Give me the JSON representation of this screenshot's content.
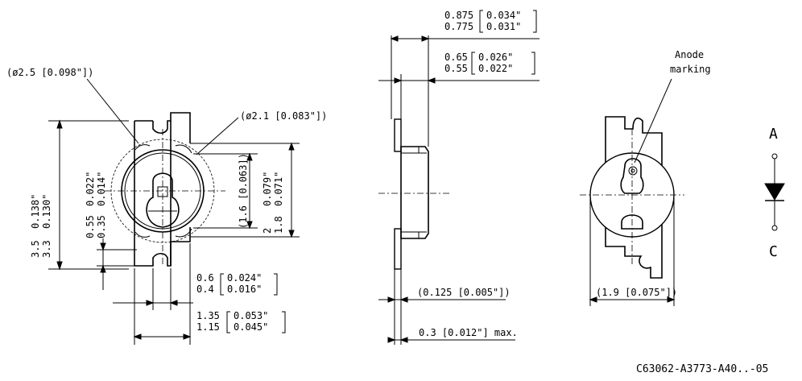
{
  "front_view": {
    "outer_hole": "(ø2.5 [0.098\"])",
    "inner_hole": "(ø2.1 [0.083\"])",
    "height_total_mm": [
      "3.5",
      "3.3"
    ],
    "height_total_in": [
      "0.138\"",
      "0.130\""
    ],
    "height_tab_mm": [
      "0.55",
      "0.35"
    ],
    "height_tab_in": [
      "0.022\"",
      "0.014\""
    ],
    "inner_circle": "(1.6 [0.063])",
    "width_body_mm": [
      "2",
      "1.8"
    ],
    "width_body_in": [
      "0.079\"",
      "0.071\""
    ],
    "tab_offset_mm": [
      "0.6",
      "0.4"
    ],
    "tab_offset_in": [
      "0.024\"",
      "0.016\""
    ],
    "tab_width_mm": [
      "1.35",
      "1.15"
    ],
    "tab_width_in": [
      "0.053\"",
      "0.045\""
    ]
  },
  "side_view": {
    "top_total_mm": [
      "0.875",
      "0.775"
    ],
    "top_total_in": [
      "0.034\"",
      "0.031\""
    ],
    "top_body_mm": [
      "0.65",
      "0.55"
    ],
    "top_body_in": [
      "0.026\"",
      "0.022\""
    ],
    "lead_thickness": "(0.125 [0.005\"])",
    "lead_max": "0.3 [0.012\"] max."
  },
  "back_view": {
    "anode_label": [
      "Anode",
      "marking"
    ],
    "width": "(1.9 [0.075\"])"
  },
  "symbol": {
    "anode": "A",
    "cathode": "C"
  },
  "part_number": "C63062-A3773-A40..-05"
}
